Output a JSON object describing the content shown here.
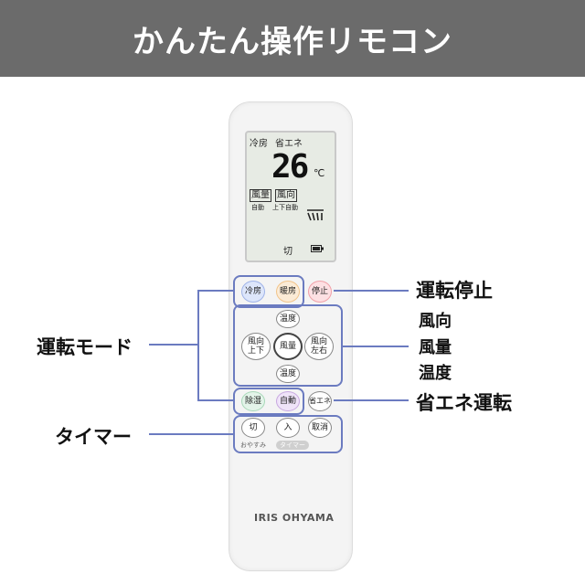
{
  "banner": {
    "title": "かんたん操作リモコン"
  },
  "lcd": {
    "mode": "冷房",
    "eco": "省エネ",
    "temperature": "26",
    "unit": "℃",
    "fan_label": "風量",
    "fan_value": "自動",
    "dir_label": "風向",
    "dir_value": "上下自動",
    "timer": "切"
  },
  "buttons": {
    "cool": "冷房",
    "heat": "暖房",
    "stop": "停止",
    "temp_up": "温度",
    "dir_ud": "風向\n上下",
    "fan": "風量",
    "dir_lr": "風向\n左右",
    "temp_down": "温度",
    "dehumidify": "除湿",
    "auto": "自動",
    "eco": "省エネ",
    "off_timer": "切",
    "on_timer": "入",
    "cancel": "取消",
    "sleep_label": "おやすみ",
    "timer_label": "タイマー"
  },
  "brand": "IRIS OHYAMA",
  "callouts": {
    "stop": "運転停止",
    "direction": "風向",
    "volume": "風量",
    "temperature": "温度",
    "eco": "省エネ運転",
    "mode": "運転モード",
    "timer": "タイマー"
  },
  "colors": {
    "accent": "#6b7bc0",
    "cool": "#9fb3e8",
    "heat": "#f2c48a",
    "stop": "#f0a0a8",
    "dehumidify": "#a8d8b8",
    "auto": "#c8a8e0"
  }
}
